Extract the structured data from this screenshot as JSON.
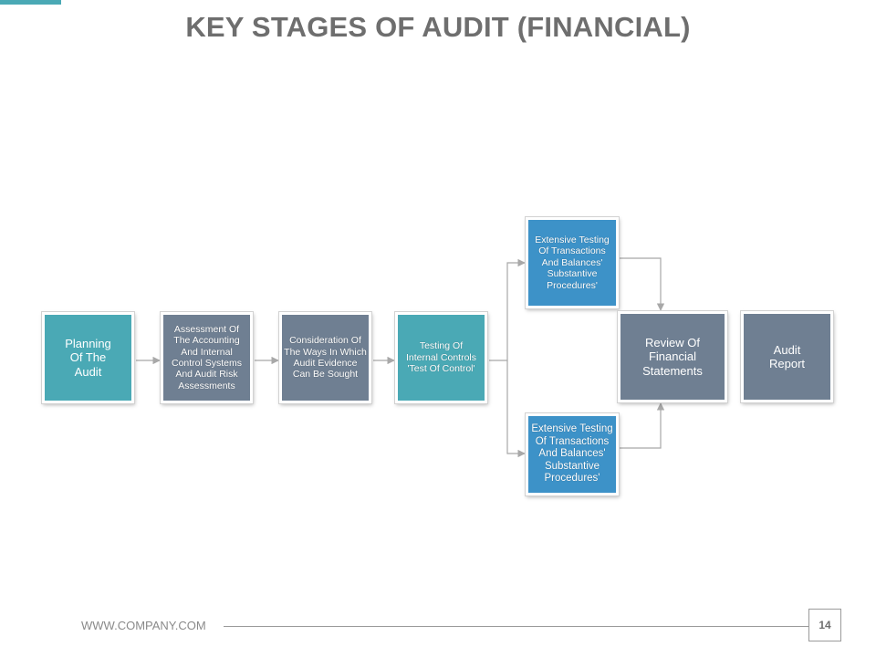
{
  "title": "KEY STAGES OF AUDIT (FINANCIAL)",
  "colors": {
    "accent": "#4aa9b5",
    "teal": "#4aa9b5",
    "slate": "#6f7f92",
    "blue": "#3d92c8",
    "connector": "#a8a8a8"
  },
  "stages": [
    {
      "id": "planning",
      "label": "Planning\nOf The\nAudit",
      "color": "teal"
    },
    {
      "id": "assessment",
      "label": "Assessment Of\nThe Accounting\nAnd Internal\nControl Systems\nAnd Audit Risk\nAssessments",
      "color": "slate"
    },
    {
      "id": "consideration",
      "label": "Consideration Of\nThe Ways In Which\nAudit Evidence\nCan Be Sought",
      "color": "slate"
    },
    {
      "id": "testing-controls",
      "label": "Testing Of\nInternal Controls\n'Test Of Control'",
      "color": "teal"
    },
    {
      "id": "substantive-top",
      "label": "Extensive Testing\nOf Transactions\nAnd Balances'\nSubstantive\nProcedures'",
      "color": "blue"
    },
    {
      "id": "substantive-bottom",
      "label": "Extensive Testing\nOf Transactions\nAnd Balances'\nSubstantive\nProcedures'",
      "color": "blue"
    },
    {
      "id": "review",
      "label": "Review Of\nFinancial\nStatements",
      "color": "slate"
    },
    {
      "id": "report",
      "label": "Audit\nReport",
      "color": "slate"
    }
  ],
  "footer": {
    "url": "WWW.COMPANY.COM",
    "page_number": "14"
  }
}
